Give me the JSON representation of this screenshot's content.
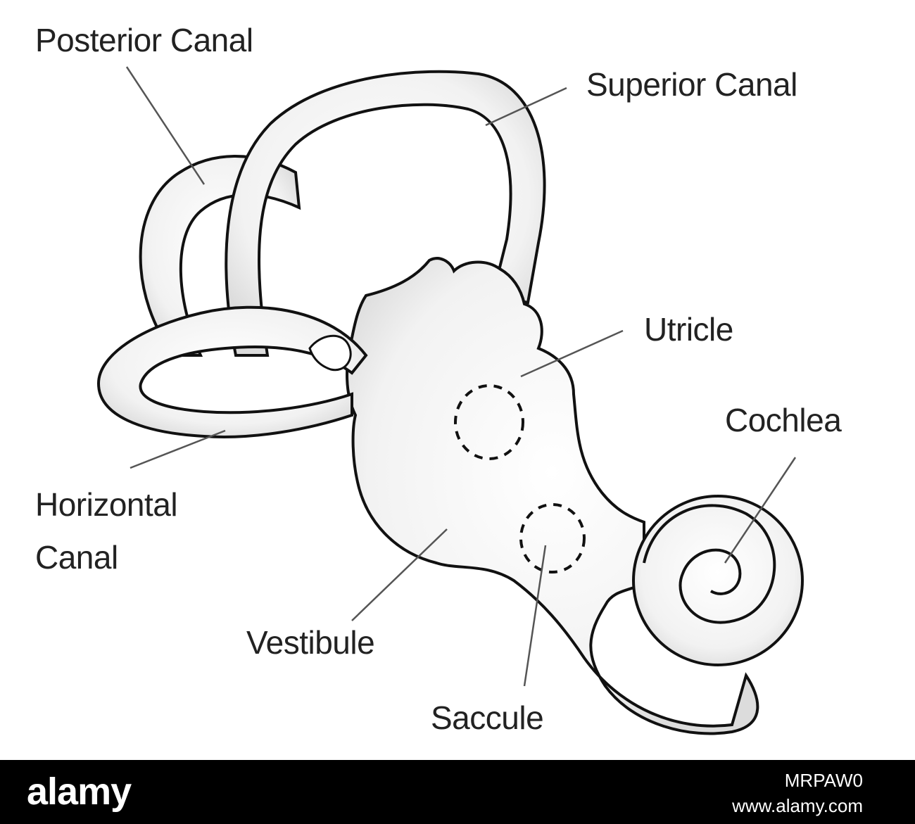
{
  "labels": {
    "posterior_canal": "Posterior Canal",
    "superior_canal": "Superior Canal",
    "utricle": "Utricle",
    "cochlea": "Cochlea",
    "horizontal_canal_line1": "Horizontal",
    "horizontal_canal_line2": "Canal",
    "vestibule": "Vestibule",
    "saccule": "Saccule"
  },
  "colors": {
    "outline": "#111111",
    "fill": "#f1f1f1",
    "leader": "#555555",
    "watermark_bar": "#000000"
  },
  "watermark": {
    "brand": "alamy",
    "image_id": "MRPAW0",
    "url": "www.alamy.com"
  }
}
